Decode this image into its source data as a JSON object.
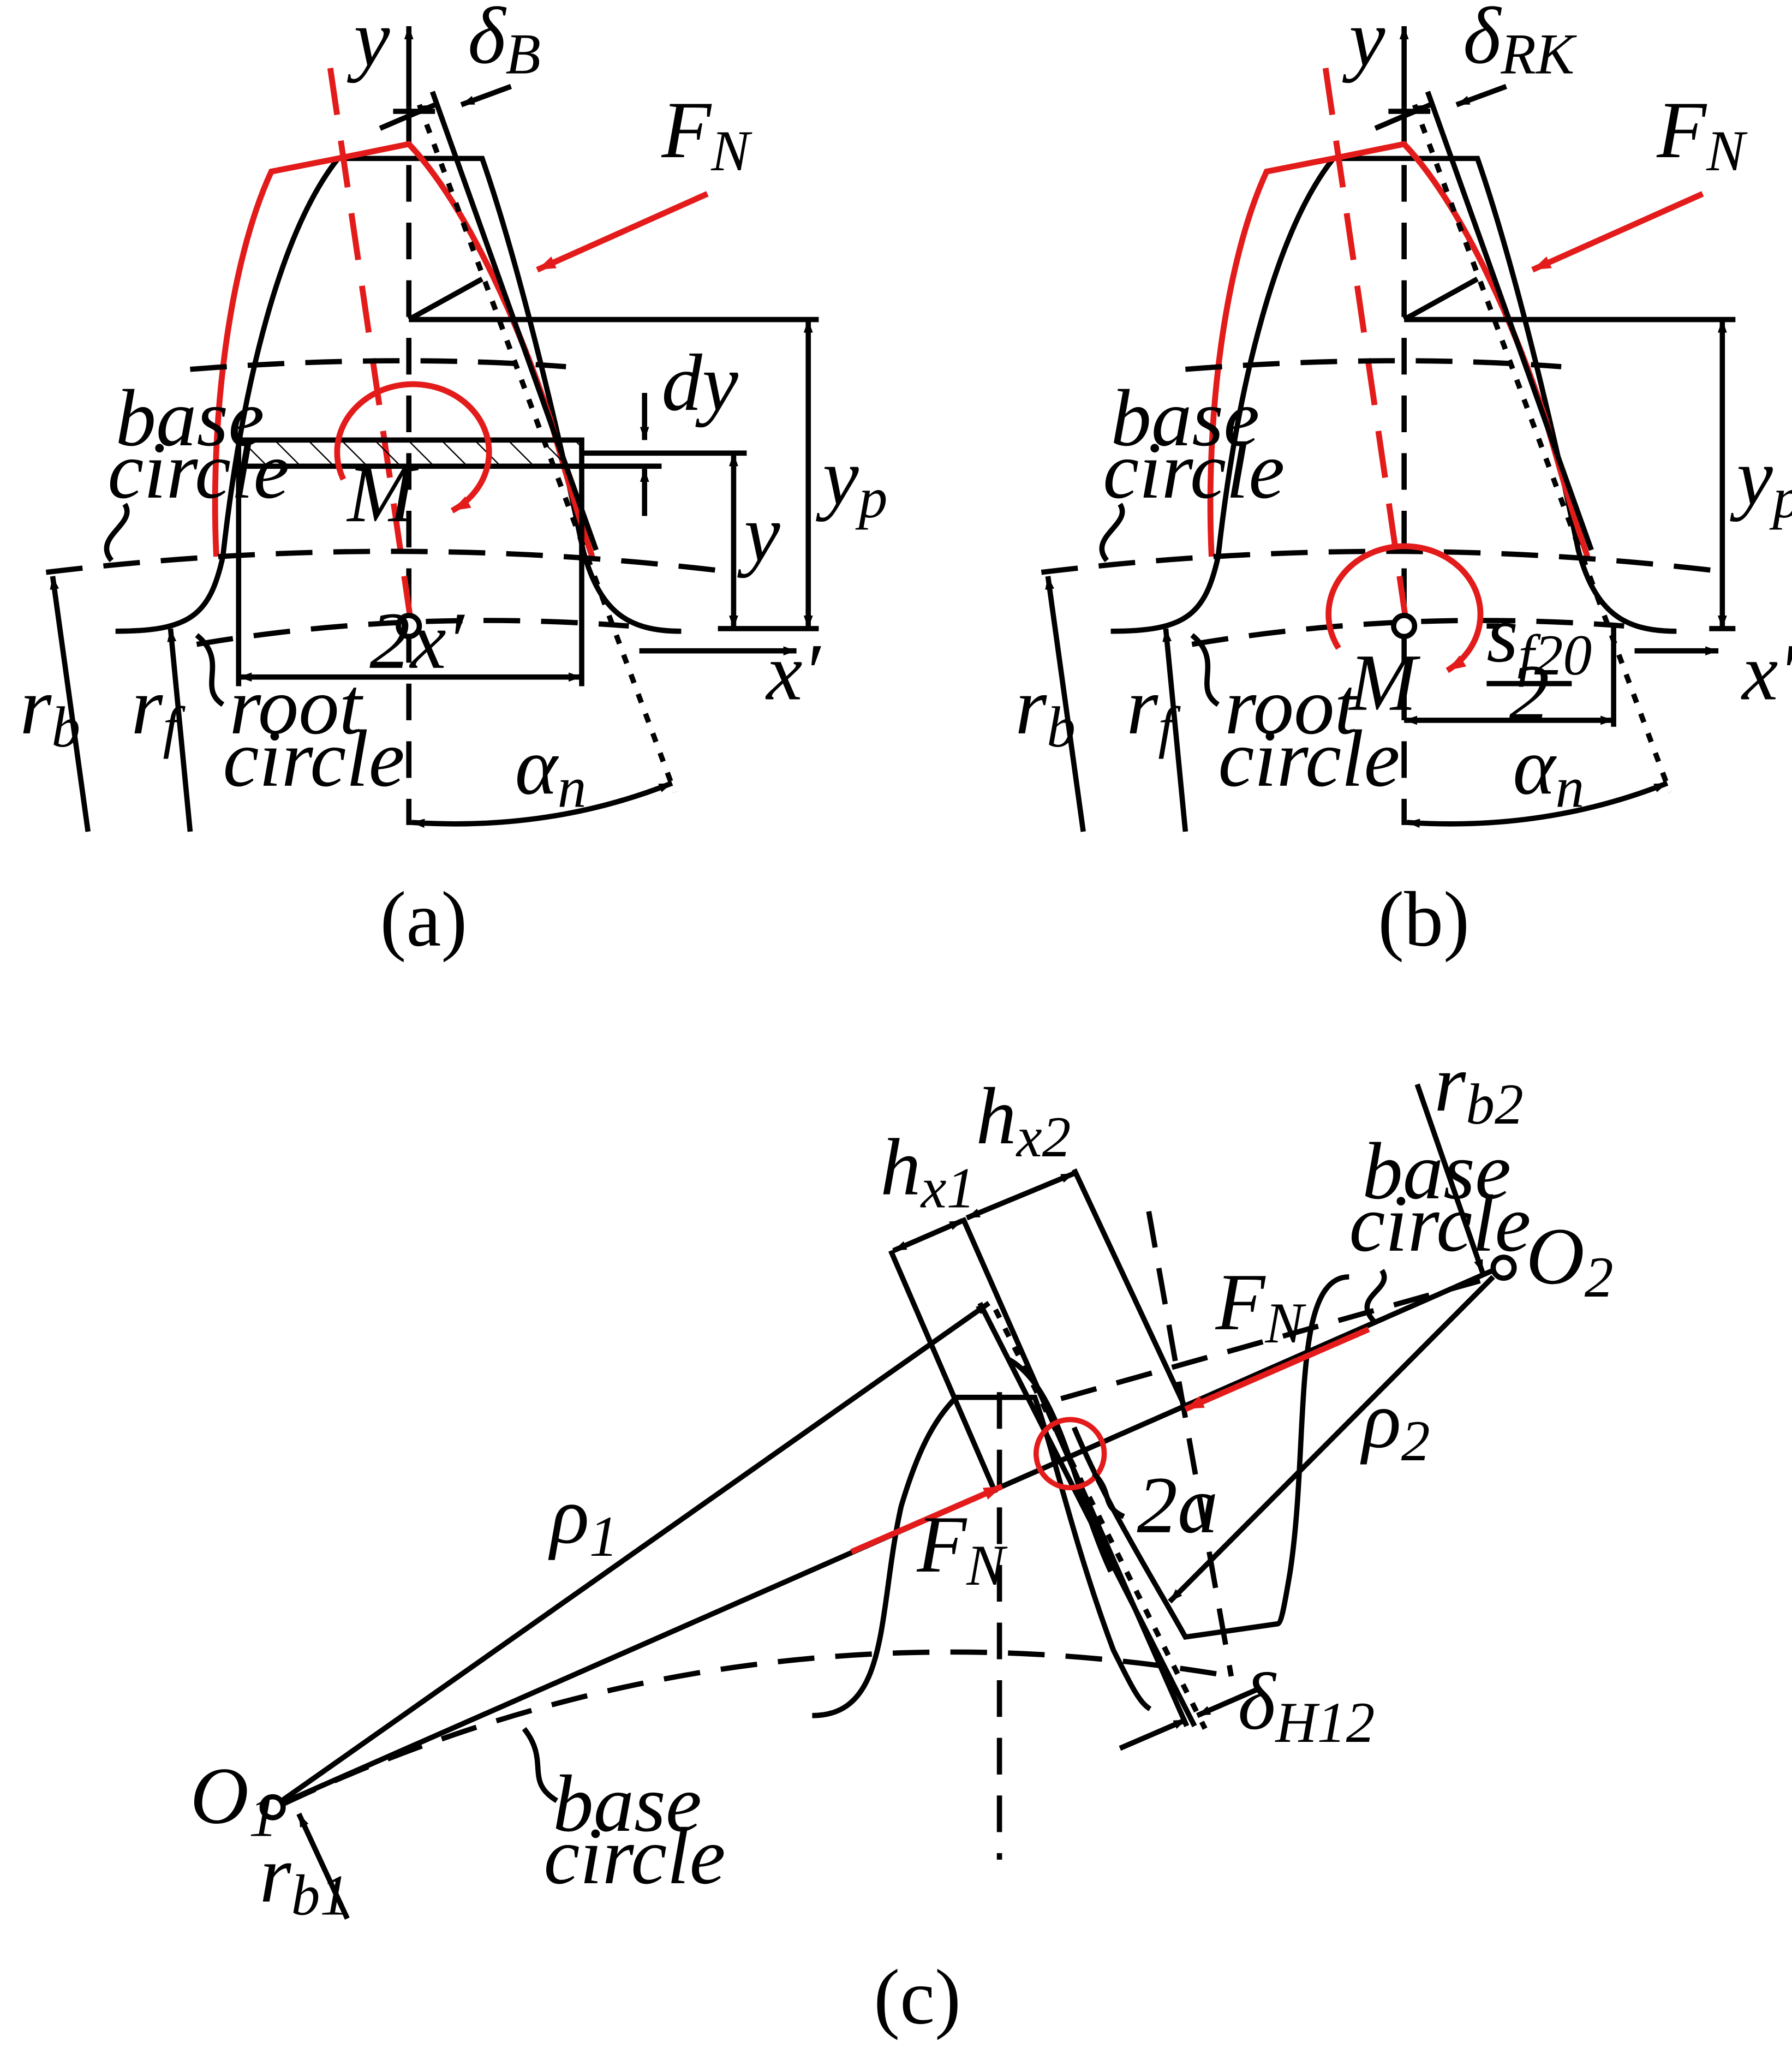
{
  "panel_a": {
    "caption": "(a)",
    "y_axis": "y",
    "delta": "δ",
    "delta_sub": "B",
    "force": "F",
    "force_sub": "N",
    "dy": "dy",
    "yp": "y",
    "yp_sub": "p",
    "y": "y",
    "moment": "M",
    "base1": "base",
    "base2": "circle",
    "width": "2x′",
    "xprime": "x′",
    "rb": "r",
    "rb_sub": "b",
    "rf": "r",
    "rf_sub": "f",
    "root1": "root",
    "root2": "circle",
    "alpha": "α",
    "alpha_sub": "n"
  },
  "panel_b": {
    "caption": "(b)",
    "y_axis": "y",
    "delta": "δ",
    "delta_sub": "RK",
    "force": "F",
    "force_sub": "N",
    "yp": "y",
    "yp_sub": "p",
    "moment": "M",
    "base1": "base",
    "base2": "circle",
    "sf_num": "s",
    "sf_num_sub": "f20",
    "sf_den": "2",
    "xprime": "x′",
    "rb": "r",
    "rb_sub": "b",
    "rf": "r",
    "rf_sub": "f",
    "root1": "root",
    "root2": "circle",
    "alpha": "α",
    "alpha_sub": "n"
  },
  "panel_c": {
    "caption": "(c)",
    "hx1": "h",
    "hx1_sub": "x1",
    "hx2": "h",
    "hx2_sub": "x2",
    "rb2": "r",
    "rb2_sub": "b2",
    "base_top1": "base",
    "base_top2": "circle",
    "o2": "O",
    "o2_sub": "2",
    "fn_top": "F",
    "fn_top_sub": "N",
    "rho2": "ρ",
    "rho2_sub": "2",
    "rho1": "ρ",
    "rho1_sub": "1",
    "contact": "2a",
    "fn_bottom": "F",
    "fn_bottom_sub": "N",
    "delta": "δ",
    "delta_sub": "H12",
    "o1": "O",
    "o1_sub": "1",
    "base_bot1": "base",
    "base_bot2": "circle",
    "rb1": "r",
    "rb1_sub": "b1"
  }
}
